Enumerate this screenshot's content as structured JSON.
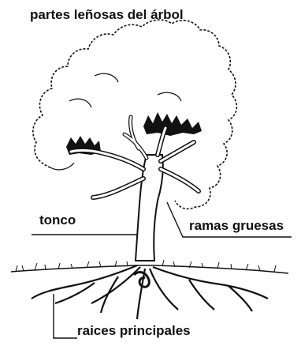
{
  "title": "partes leñosas del árbol",
  "labels": {
    "trunk": "tonco",
    "branches": "ramas gruesas",
    "roots": "raices principales"
  },
  "colors": {
    "ink": "#111111",
    "background": "#ffffff"
  }
}
